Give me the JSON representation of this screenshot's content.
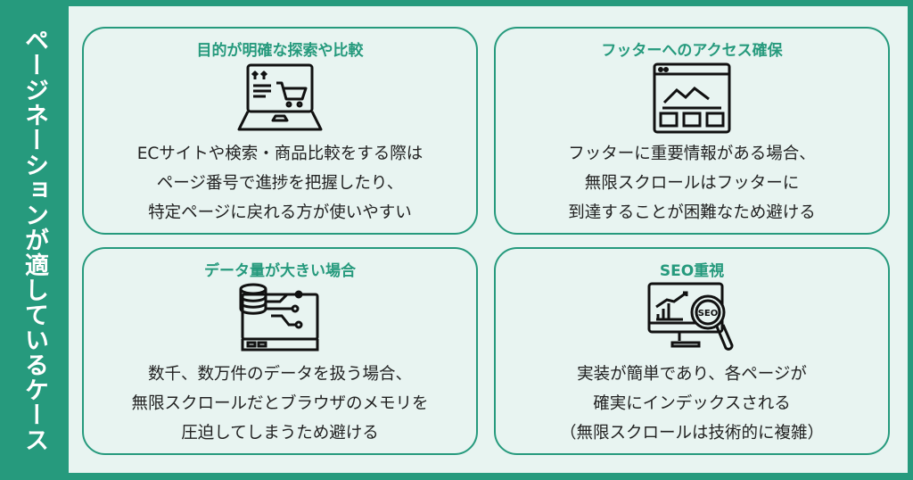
{
  "side_title": "ページネーションが適しているケース",
  "cards": [
    {
      "title": "目的が明確な探索や比較",
      "icon": "laptop-shopping-cart-icon",
      "lines": [
        "ECサイトや検索・商品比較をする際は",
        "ページ番号で進捗を把握したり、",
        "特定ページに戻れる方が使いやすい"
      ]
    },
    {
      "title": "フッターへのアクセス確保",
      "icon": "webpage-layout-icon",
      "lines": [
        "フッターに重要情報がある場合、",
        "無限スクロールはフッターに",
        "到達することが困難なため避ける"
      ]
    },
    {
      "title": "データ量が大きい場合",
      "icon": "database-circuit-icon",
      "lines": [
        "数千、数万件のデータを扱う場合、",
        "無限スクロールだとブラウザのメモリを",
        "圧迫してしまうため避ける"
      ]
    },
    {
      "title": "SEO重視",
      "icon": "seo-magnifier-monitor-icon",
      "icon_text": "SEO",
      "lines": [
        "実装が簡単であり、各ページが",
        "確実にインデックスされる",
        "（無限スクロールは技術的に複雑）"
      ]
    }
  ]
}
